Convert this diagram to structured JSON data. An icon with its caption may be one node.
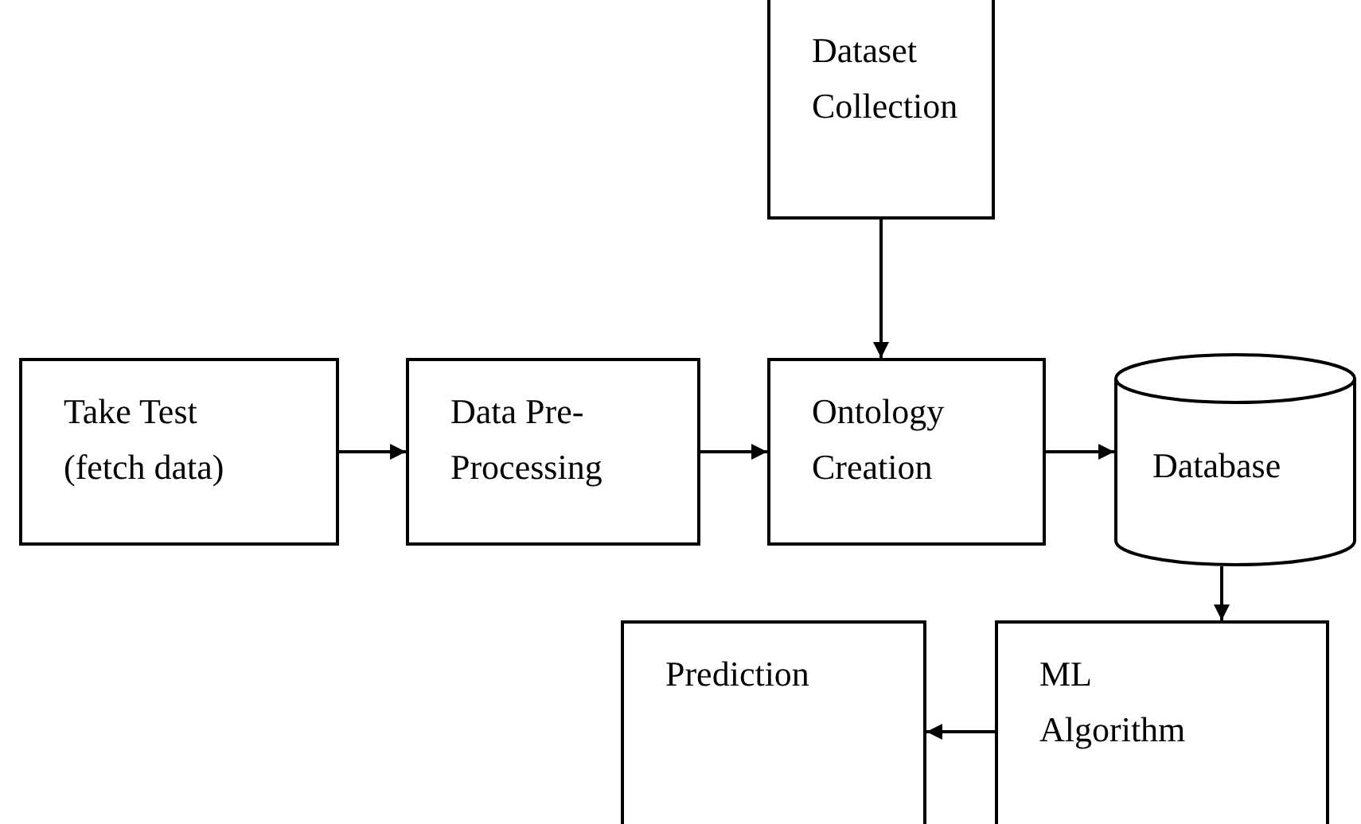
{
  "diagram": {
    "nodes": [
      {
        "text": [
          "Dataset Collection"
        ]
      },
      {
        "text": [
          "Take Test (fetch data)"
        ]
      },
      {
        "text": [
          "Data Pre-Processing"
        ]
      },
      {
        "text": [
          "Ontology Creation"
        ]
      },
      {
        "text": [
          "Database"
        ]
      },
      {
        "text": [
          "ML Algorithm"
        ]
      },
      {
        "text": [
          "Prediction"
        ]
      }
    ],
    "edges": [
      {
        "from": 0,
        "to": 3,
        "arrow": "to"
      },
      {
        "from": 1,
        "to": 2,
        "arrow": "to"
      },
      {
        "from": 2,
        "to": 3,
        "arrow": "to"
      },
      {
        "from": 3,
        "to": 4,
        "arrow": "to"
      },
      {
        "from": 4,
        "to": 5,
        "arrow": "to"
      },
      {
        "from": 5,
        "to": 6,
        "arrow": "to"
      }
    ]
  }
}
